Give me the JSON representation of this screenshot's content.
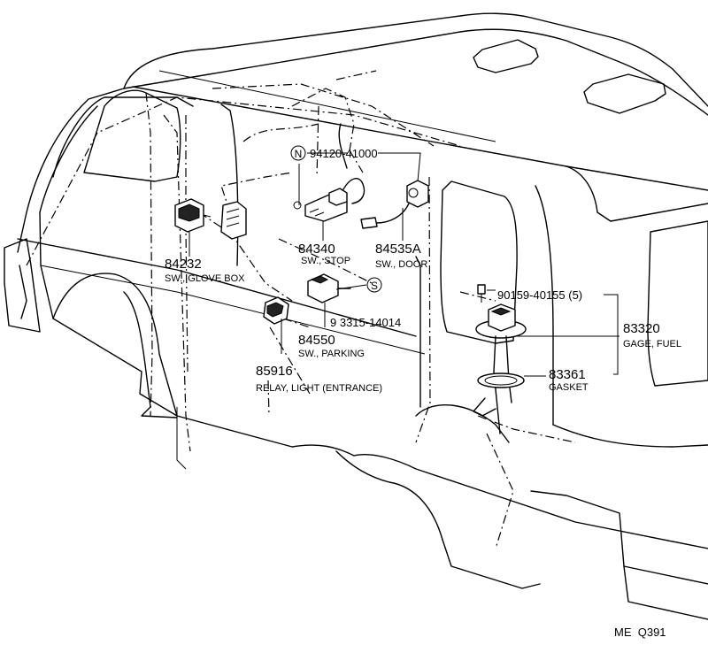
{
  "diagram": {
    "callouts": [
      {
        "id": "n-nut-part",
        "symbol": "N",
        "number": "94120-41000",
        "desc": ""
      },
      {
        "id": "stop-switch",
        "symbol": "",
        "number": "84340",
        "desc": "SW., STOP"
      },
      {
        "id": "door-switch",
        "symbol": "",
        "number": "84535A",
        "desc": "SW., DOOR"
      },
      {
        "id": "glove-box-switch",
        "symbol": "",
        "number": "84232",
        "desc": "SW., GLOVE BOX"
      },
      {
        "id": "s-screw-part",
        "symbol": "S",
        "number": "9 3315-14014",
        "desc": ""
      },
      {
        "id": "parking-switch",
        "symbol": "",
        "number": "84550",
        "desc": "SW., PARKING"
      },
      {
        "id": "relay",
        "symbol": "",
        "number": "85916",
        "desc": "RELAY, LIGHT (ENTRANCE)"
      },
      {
        "id": "screw-qty",
        "symbol": "",
        "number": "90159-40155 (5)",
        "desc": ""
      },
      {
        "id": "fuel-gage",
        "symbol": "",
        "number": "83320",
        "desc": "GAGE, FUEL"
      },
      {
        "id": "gasket",
        "symbol": "",
        "number": "83361",
        "desc": "GASKET"
      }
    ],
    "figure_code": "ME  Q391"
  }
}
